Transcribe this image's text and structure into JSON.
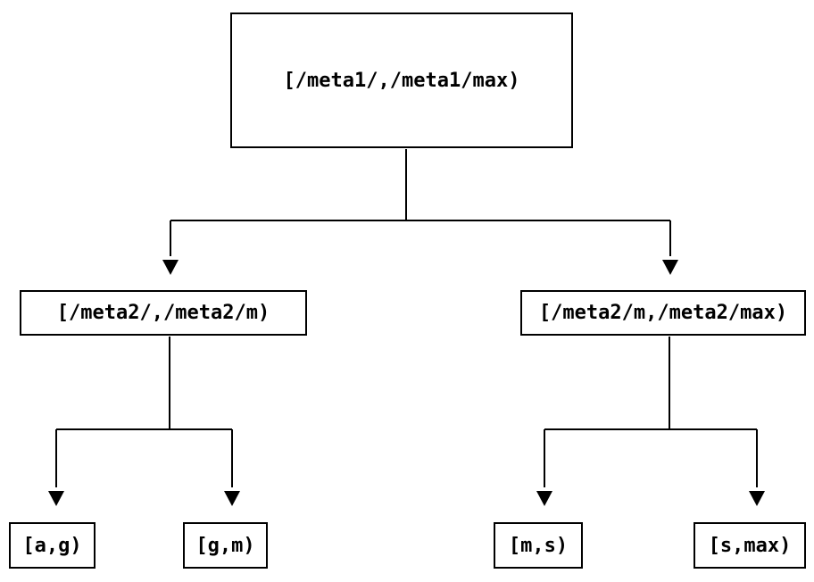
{
  "diagram_type": "binary-tree",
  "colors": {
    "background": "#ffffff",
    "line": "#000000",
    "box_fill": "#ffffff",
    "box_border": "#000000",
    "text": "#000000"
  },
  "nodes": {
    "root": {
      "label": "[/meta1/,/meta1/max)"
    },
    "left": {
      "label": "[/meta2/,/meta2/m)"
    },
    "right": {
      "label": "[/meta2/m,/meta2/max)"
    },
    "leaf_ag": {
      "label": "[a,g)"
    },
    "leaf_gm": {
      "label": "[g,m)"
    },
    "leaf_ms": {
      "label": "[m,s)"
    },
    "leaf_smax": {
      "label": "[s,max)"
    }
  },
  "edges": [
    {
      "from": "root",
      "to": "left"
    },
    {
      "from": "root",
      "to": "right"
    },
    {
      "from": "left",
      "to": "leaf_ag"
    },
    {
      "from": "left",
      "to": "leaf_gm"
    },
    {
      "from": "right",
      "to": "leaf_ms"
    },
    {
      "from": "right",
      "to": "leaf_smax"
    }
  ]
}
